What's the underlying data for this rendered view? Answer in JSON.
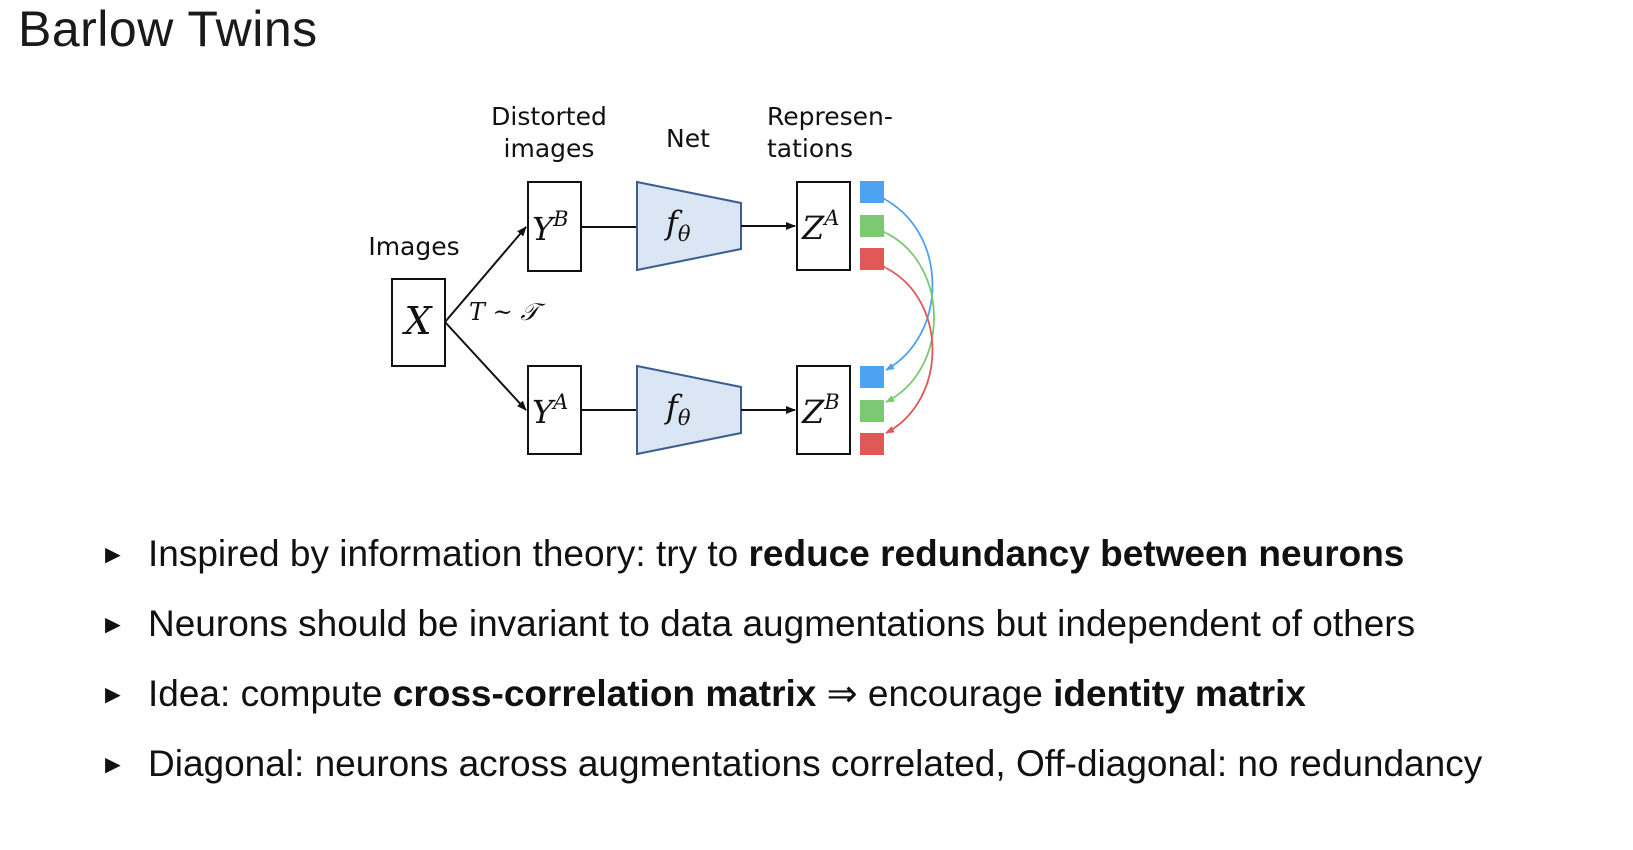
{
  "slide": {
    "title": "Barlow Twins"
  },
  "diagram": {
    "labels": {
      "images": "Images",
      "distorted_line1": "Distorted",
      "distorted_line2": "images",
      "net": "Net",
      "represen_line1": "Represen-",
      "represen_line2": "tations"
    },
    "math": {
      "x": "X",
      "yb_base": "Y",
      "yb_sup": "B",
      "ya_base": "Y",
      "ya_sup": "A",
      "f_base": "f",
      "f_sub": "θ",
      "za_base": "Z",
      "za_sup": "A",
      "zb_base": "Z",
      "zb_sup": "B",
      "transform": "T ~ 𝒯"
    },
    "colors": {
      "net_fill": "#dbe6f4",
      "net_stroke": "#3a5f8f",
      "blue": "#4da3f0",
      "green": "#7dc873",
      "red": "#e05858"
    }
  },
  "bullets": [
    {
      "marker": "►",
      "pre": "Inspired by information theory: try to ",
      "bold": "reduce redundancy between neurons"
    },
    {
      "marker": "►",
      "text": "Neurons should be invariant to data augmentations but independent of others"
    },
    {
      "marker": "►",
      "pre": "Idea: compute ",
      "bold1": "cross-correlation matrix",
      "mid": " ⇒ encourage ",
      "bold2": "identity matrix"
    },
    {
      "marker": "►",
      "text": "Diagonal: neurons across augmentations correlated, Off-diagonal: no redundancy"
    }
  ]
}
